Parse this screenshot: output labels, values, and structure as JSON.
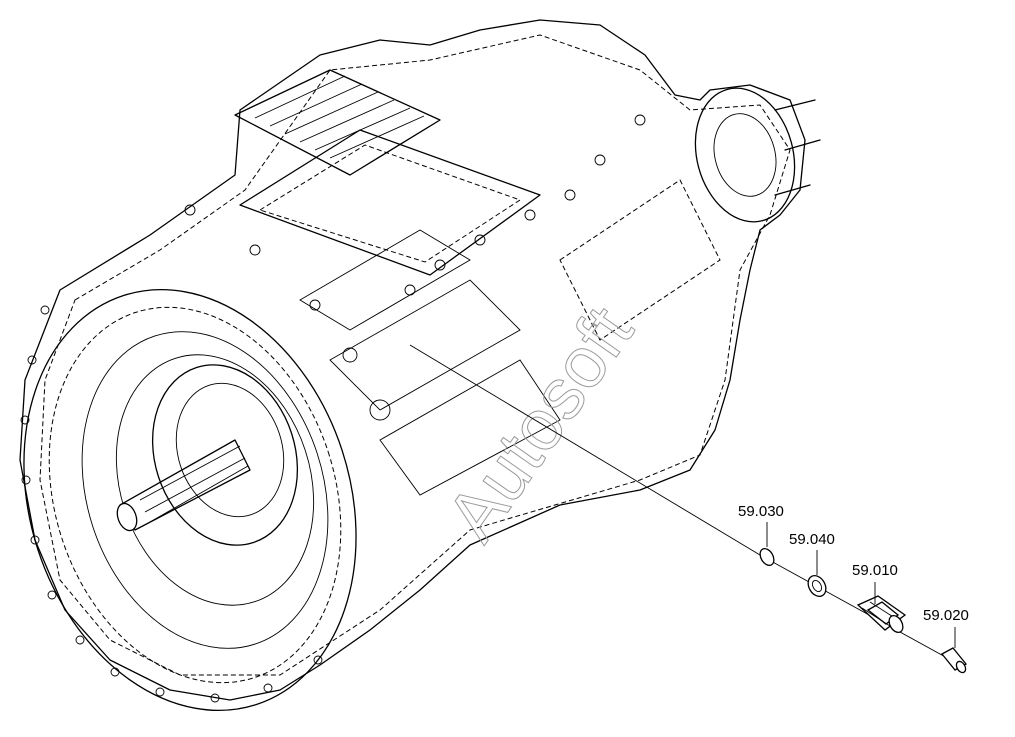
{
  "watermark": "Autosoft",
  "parts": [
    {
      "id": "part-59030",
      "label": "59.030"
    },
    {
      "id": "part-59040",
      "label": "59.040"
    },
    {
      "id": "part-59010",
      "label": "59.010"
    },
    {
      "id": "part-59020",
      "label": "59.020"
    }
  ]
}
